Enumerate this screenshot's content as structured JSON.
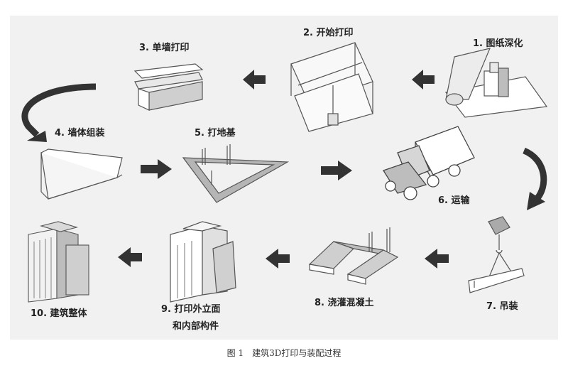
{
  "steps": {
    "s1": "1. 图纸深化",
    "s2": "2. 开始打印",
    "s3": "3. 单墙打印",
    "s4": "4. 墙体组装",
    "s5": "5. 打地基",
    "s6": "6. 运输",
    "s7": "7. 吊装",
    "s8": "8. 浇灌混凝土",
    "s9_line1": "9. 打印外立面",
    "s9_line2": "和内部构件",
    "s10": "10. 建筑整体"
  },
  "caption": {
    "figure_no": "图 1",
    "title": "建筑3D打印与装配过程"
  },
  "colors": {
    "panel": "#f1f1f1",
    "line": "#555555",
    "arrow": "#333333",
    "fill_light": "#ffffff",
    "fill_mid": "#d8d8d8",
    "fill_dark": "#9a9a9a"
  }
}
